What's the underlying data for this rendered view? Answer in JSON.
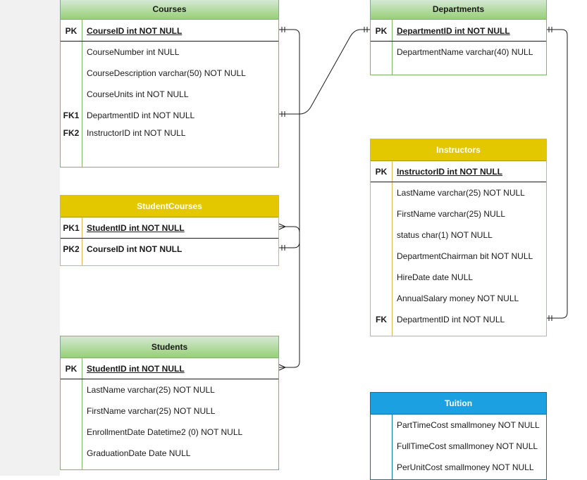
{
  "entities": {
    "courses": {
      "title": "Courses",
      "pk": {
        "key": "PK",
        "field": "CourseID int NOT NULL"
      },
      "fields": [
        {
          "key": "",
          "field": "CourseNumber int NULL"
        },
        {
          "key": "",
          "field": "CourseDescription varchar(50) NOT NULL"
        },
        {
          "key": "",
          "field": "CourseUnits int NOT NULL"
        },
        {
          "key": "FK1",
          "field": "DepartmentID int NOT NULL"
        },
        {
          "key": "FK2",
          "field": "InstructorID int NOT NULL"
        }
      ]
    },
    "departments": {
      "title": "Departments",
      "pk": {
        "key": "PK",
        "field": "DepartmentID int NOT NULL"
      },
      "fields": [
        {
          "key": "",
          "field": "DepartmentName varchar(40) NULL"
        }
      ]
    },
    "student_courses": {
      "title": "StudentCourses",
      "rows": [
        {
          "key": "PK1",
          "field": "StudentID int NOT NULL"
        },
        {
          "key": "PK2",
          "field": "CourseID int NOT NULL"
        }
      ]
    },
    "instructors": {
      "title": "Instructors",
      "pk": {
        "key": "PK",
        "field": "InstructorID int NOT NULL"
      },
      "fields": [
        {
          "key": "",
          "field": "LastName varchar(25) NOT NULL"
        },
        {
          "key": "",
          "field": "FirstName varchar(25) NULL"
        },
        {
          "key": "",
          "field": "status char(1) NOT NULL"
        },
        {
          "key": "",
          "field": "DepartmentChairman bit NOT NULL"
        },
        {
          "key": "",
          "field": "HireDate date NULL"
        },
        {
          "key": "",
          "field": "AnnualSalary money NOT NULL"
        },
        {
          "key": "FK",
          "field": "DepartmentID int NOT NULL"
        }
      ]
    },
    "students": {
      "title": "Students",
      "pk": {
        "key": "PK",
        "field": "StudentID int NOT NULL"
      },
      "fields": [
        {
          "key": "",
          "field": "LastName varchar(25) NOT NULL"
        },
        {
          "key": "",
          "field": "FirstName varchar(25) NOT NULL"
        },
        {
          "key": "",
          "field": "EnrollmentDate Datetime2 (0) NOT NULL"
        },
        {
          "key": "",
          "field": "GraduationDate Date NULL"
        }
      ]
    },
    "tuition": {
      "title": "Tuition",
      "fields": [
        {
          "key": "",
          "field": "PartTimeCost smallmoney NOT NULL"
        },
        {
          "key": "",
          "field": "FullTimeCost smallmoney NOT NULL"
        },
        {
          "key": "",
          "field": "PerUnitCost smallmoney NOT NULL"
        }
      ]
    }
  },
  "colors": {
    "green_fill": "#d5e8d4",
    "green_stroke": "#82b366",
    "yellow_fill": "#e3c800",
    "blue_fill": "#1ba1e2",
    "line": "#1a1a1a"
  }
}
